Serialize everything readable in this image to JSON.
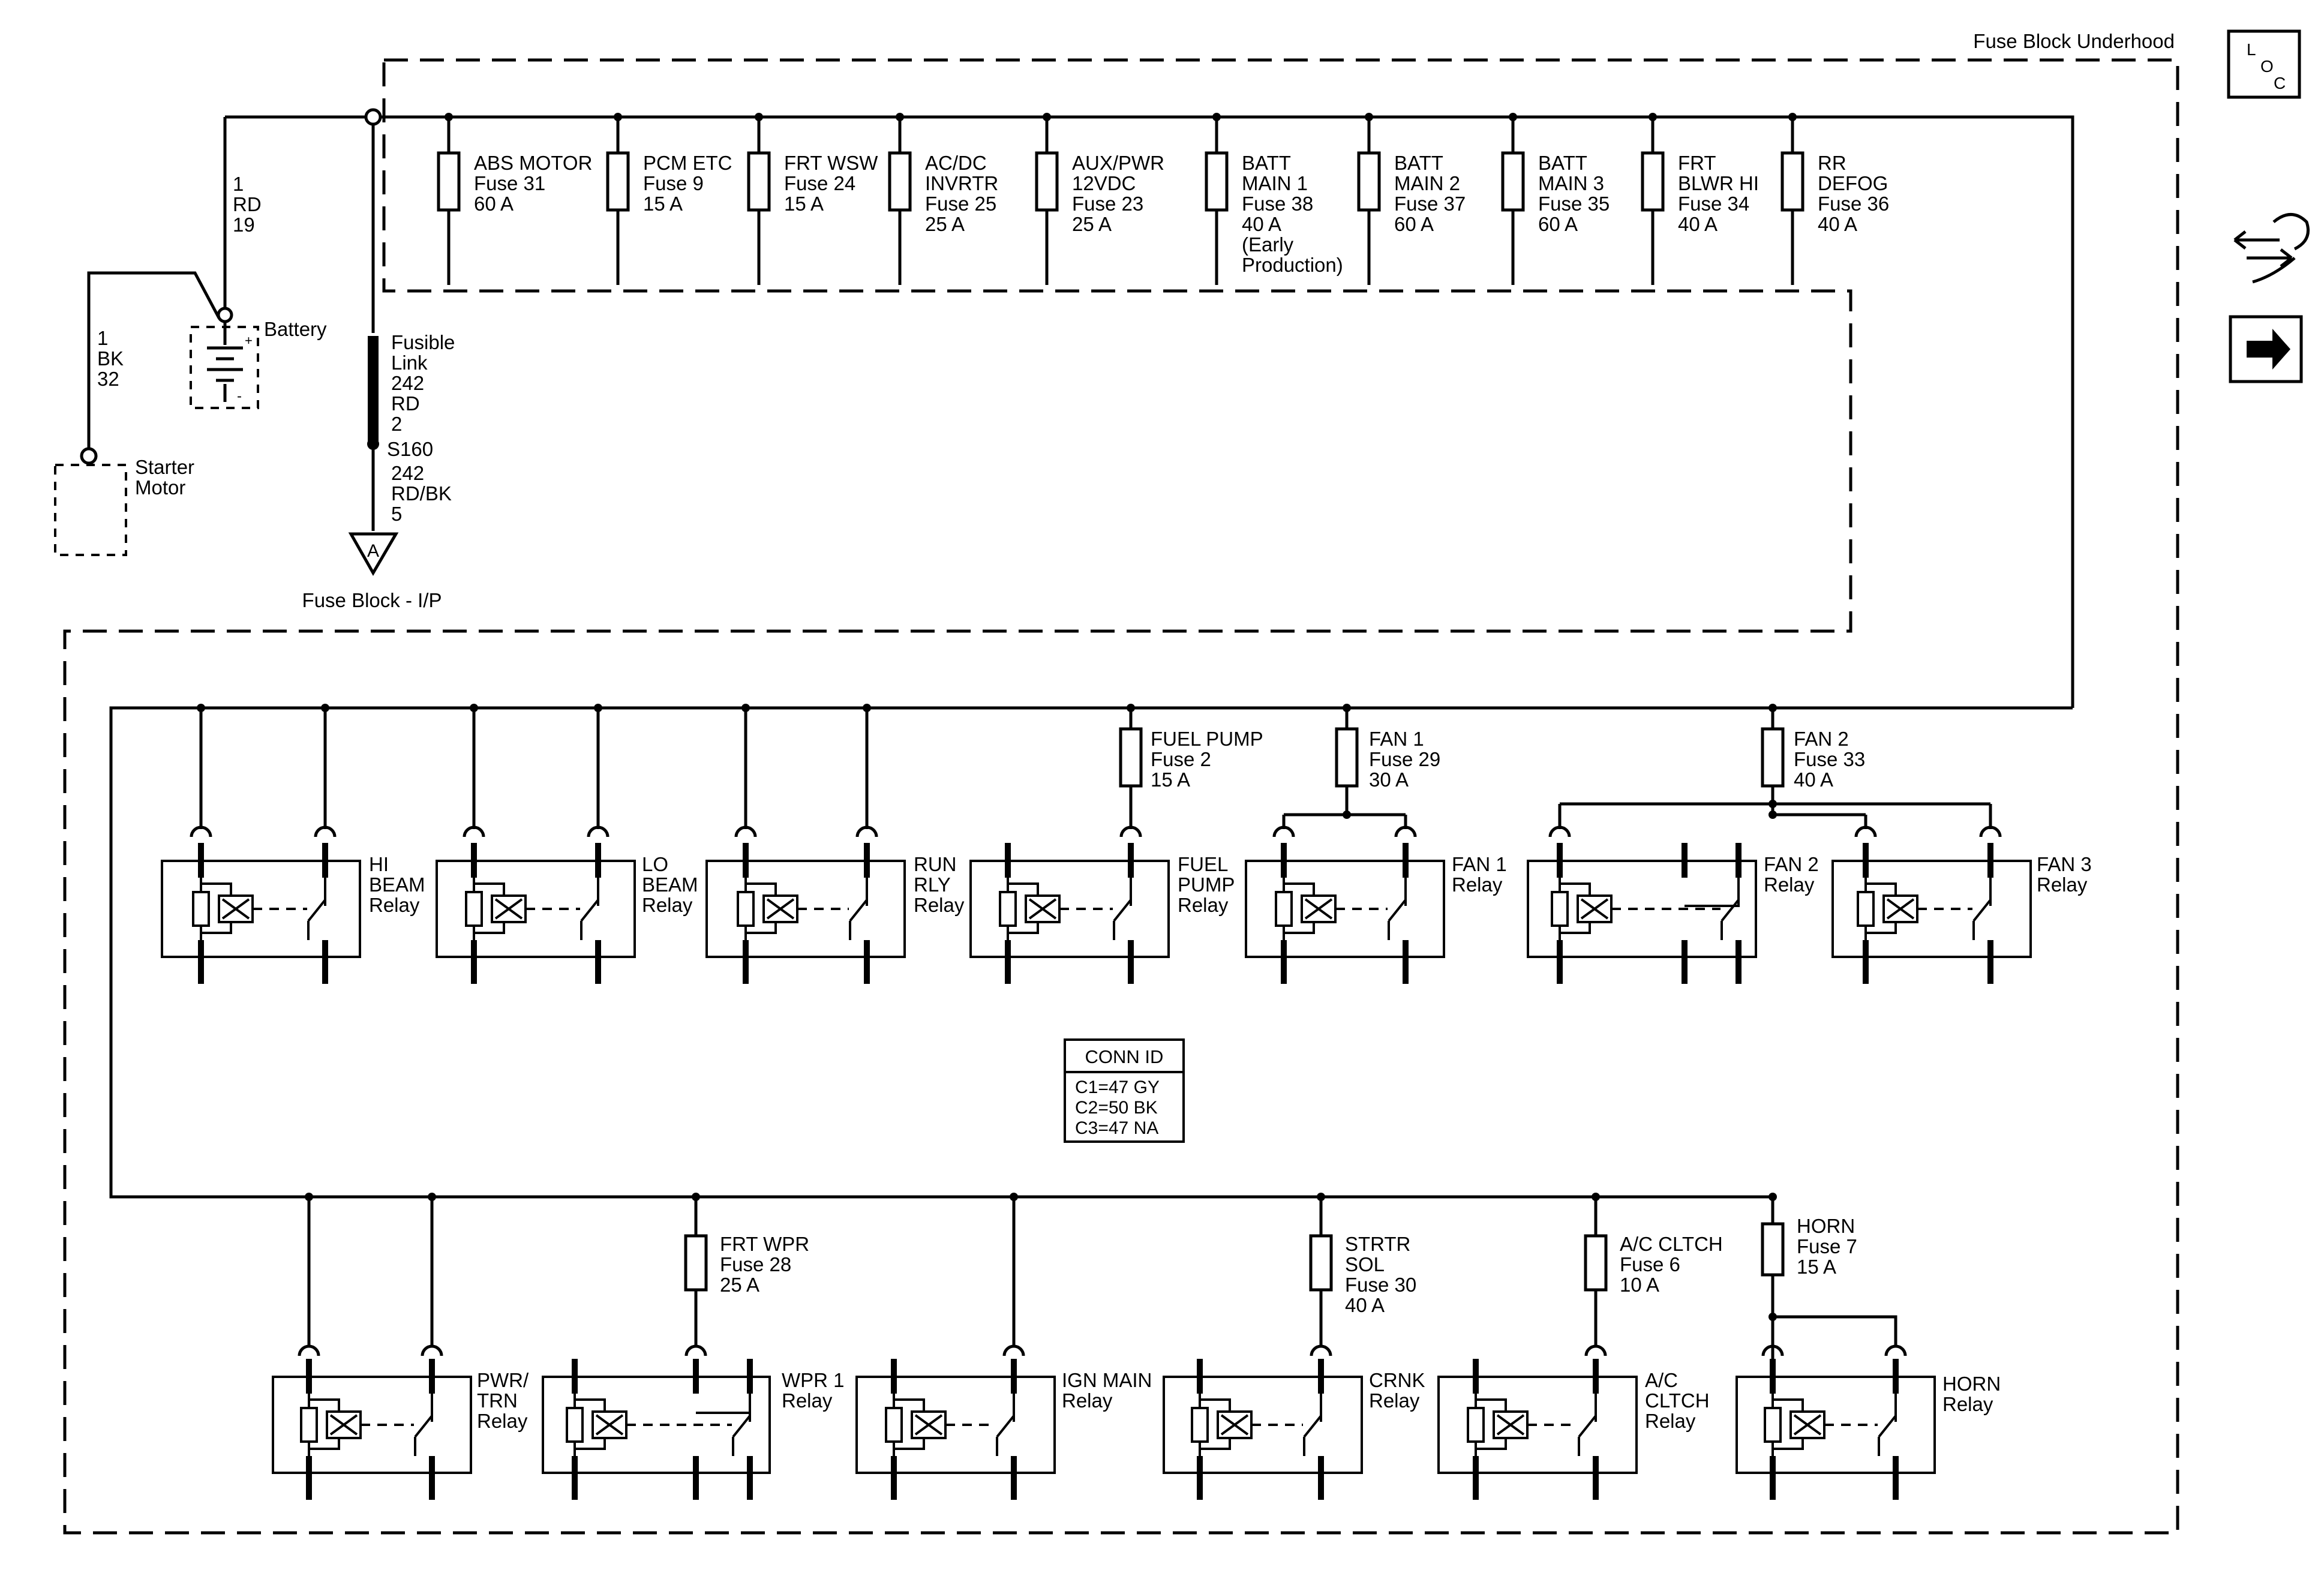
{
  "header": {
    "fuse_block_underhood": "Fuse Block Underhood"
  },
  "nav_icons": {
    "loc_l": "L",
    "loc_o": "O",
    "loc_c": "C",
    "loc_icon": "loc-icon",
    "service_icon": "service-tool-icon",
    "next_icon": "arrow-right-icon"
  },
  "battery_circuit": {
    "wire_rd": [
      "1",
      "RD",
      "19"
    ],
    "wire_bk": [
      "1",
      "BK",
      "32"
    ],
    "battery_label": "Battery",
    "battery_plus": "+",
    "battery_minus": "-",
    "starter_label": [
      "Starter",
      "Motor"
    ],
    "fusible_link": [
      "Fusible",
      "Link",
      "242",
      "RD",
      "2"
    ],
    "splice": "S160",
    "wire_rdbk": [
      "242",
      "RD/BK",
      "5"
    ],
    "connector_letter": "A",
    "fuse_block_ip": "Fuse Block - I/P"
  },
  "top_fuses": [
    {
      "lines": [
        "ABS MOTOR",
        "Fuse 31",
        "60 A"
      ]
    },
    {
      "lines": [
        "PCM ETC",
        "Fuse 9",
        "15 A"
      ]
    },
    {
      "lines": [
        "FRT WSW",
        "Fuse 24",
        "15 A"
      ]
    },
    {
      "lines": [
        "AC/DC",
        "INVRTR",
        "Fuse 25",
        "25 A"
      ]
    },
    {
      "lines": [
        "AUX/PWR",
        "12VDC",
        "Fuse 23",
        "25 A"
      ]
    },
    {
      "lines": [
        "BATT",
        "MAIN 1",
        "Fuse 38",
        "40 A",
        "(Early",
        "Production)"
      ]
    },
    {
      "lines": [
        "BATT",
        "MAIN 2",
        "Fuse 37",
        "60 A"
      ]
    },
    {
      "lines": [
        "BATT",
        "MAIN 3",
        "Fuse 35",
        "60 A"
      ]
    },
    {
      "lines": [
        "FRT",
        "BLWR HI",
        "Fuse 34",
        "40 A"
      ]
    },
    {
      "lines": [
        "RR",
        "DEFOG",
        "Fuse 36",
        "40 A"
      ]
    }
  ],
  "mid_fuses": [
    {
      "lines": [
        "FUEL PUMP",
        "Fuse 2",
        "15 A"
      ]
    },
    {
      "lines": [
        "FAN 1",
        "Fuse 29",
        "30 A"
      ]
    },
    {
      "lines": [
        "FAN 2",
        "Fuse 33",
        "40 A"
      ]
    }
  ],
  "upper_relays": [
    {
      "lines": [
        "HI",
        "BEAM",
        "Relay"
      ]
    },
    {
      "lines": [
        "LO",
        "BEAM",
        "Relay"
      ]
    },
    {
      "lines": [
        "RUN",
        "RLY",
        "Relay"
      ]
    },
    {
      "lines": [
        "FUEL",
        "PUMP",
        "Relay"
      ]
    },
    {
      "lines": [
        "FAN 1",
        "Relay"
      ]
    },
    {
      "lines": [
        "FAN 2",
        "Relay"
      ]
    },
    {
      "lines": [
        "FAN 3",
        "Relay"
      ]
    }
  ],
  "conn_id": {
    "title": "CONN ID",
    "rows": [
      "C1=47 GY",
      "C2=50 BK",
      "C3=47 NA"
    ]
  },
  "low_fuses": [
    {
      "lines": [
        "FRT WPR",
        "Fuse 28",
        "25 A"
      ]
    },
    {
      "lines": [
        "STRTR",
        "SOL",
        "Fuse 30",
        "40 A"
      ]
    },
    {
      "lines": [
        "A/C CLTCH",
        "Fuse 6",
        "10 A"
      ]
    },
    {
      "lines": [
        "HORN",
        "Fuse 7",
        "15 A"
      ]
    }
  ],
  "lower_relays": [
    {
      "lines": [
        "PWR/",
        "TRN",
        "Relay"
      ]
    },
    {
      "lines": [
        "WPR 1",
        "Relay"
      ]
    },
    {
      "lines": [
        "IGN MAIN",
        "Relay"
      ]
    },
    {
      "lines": [
        "CRNK",
        "Relay"
      ]
    },
    {
      "lines": [
        "A/C",
        "CLTCH",
        "Relay"
      ]
    },
    {
      "lines": [
        "HORN",
        "Relay"
      ]
    }
  ]
}
